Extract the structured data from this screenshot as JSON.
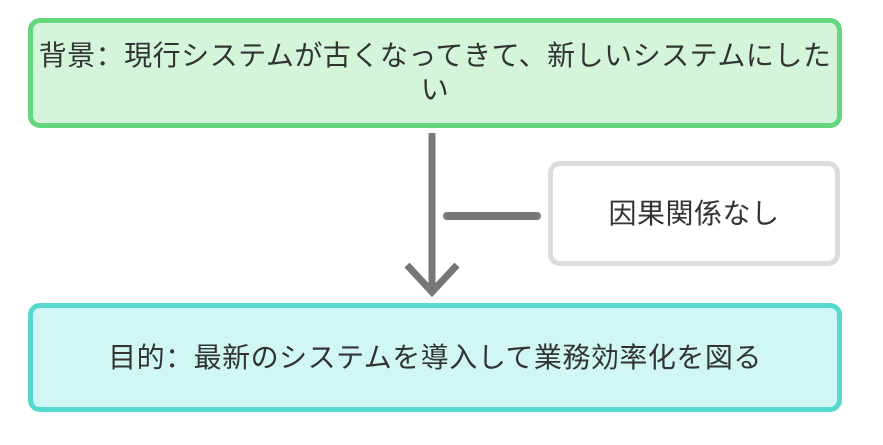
{
  "canvas": {
    "background_color": "#ffffff"
  },
  "boxes": {
    "background": {
      "label": "背景：現行システムが古くなってきて、新しいシステムにしたい",
      "border_color": "#64d67e",
      "fill_color": "#d5f5da"
    },
    "purpose": {
      "label": "目的：最新のシステムを導入して業務効率化を図る",
      "border_color": "#55d8ce",
      "fill_color": "#d0f7f4"
    },
    "annotation": {
      "label": "因果関係なし",
      "border_color": "#dcdcdc",
      "fill_color": "#ffffff"
    }
  },
  "arrow": {
    "color": "#777777"
  },
  "text_color": "#333333"
}
